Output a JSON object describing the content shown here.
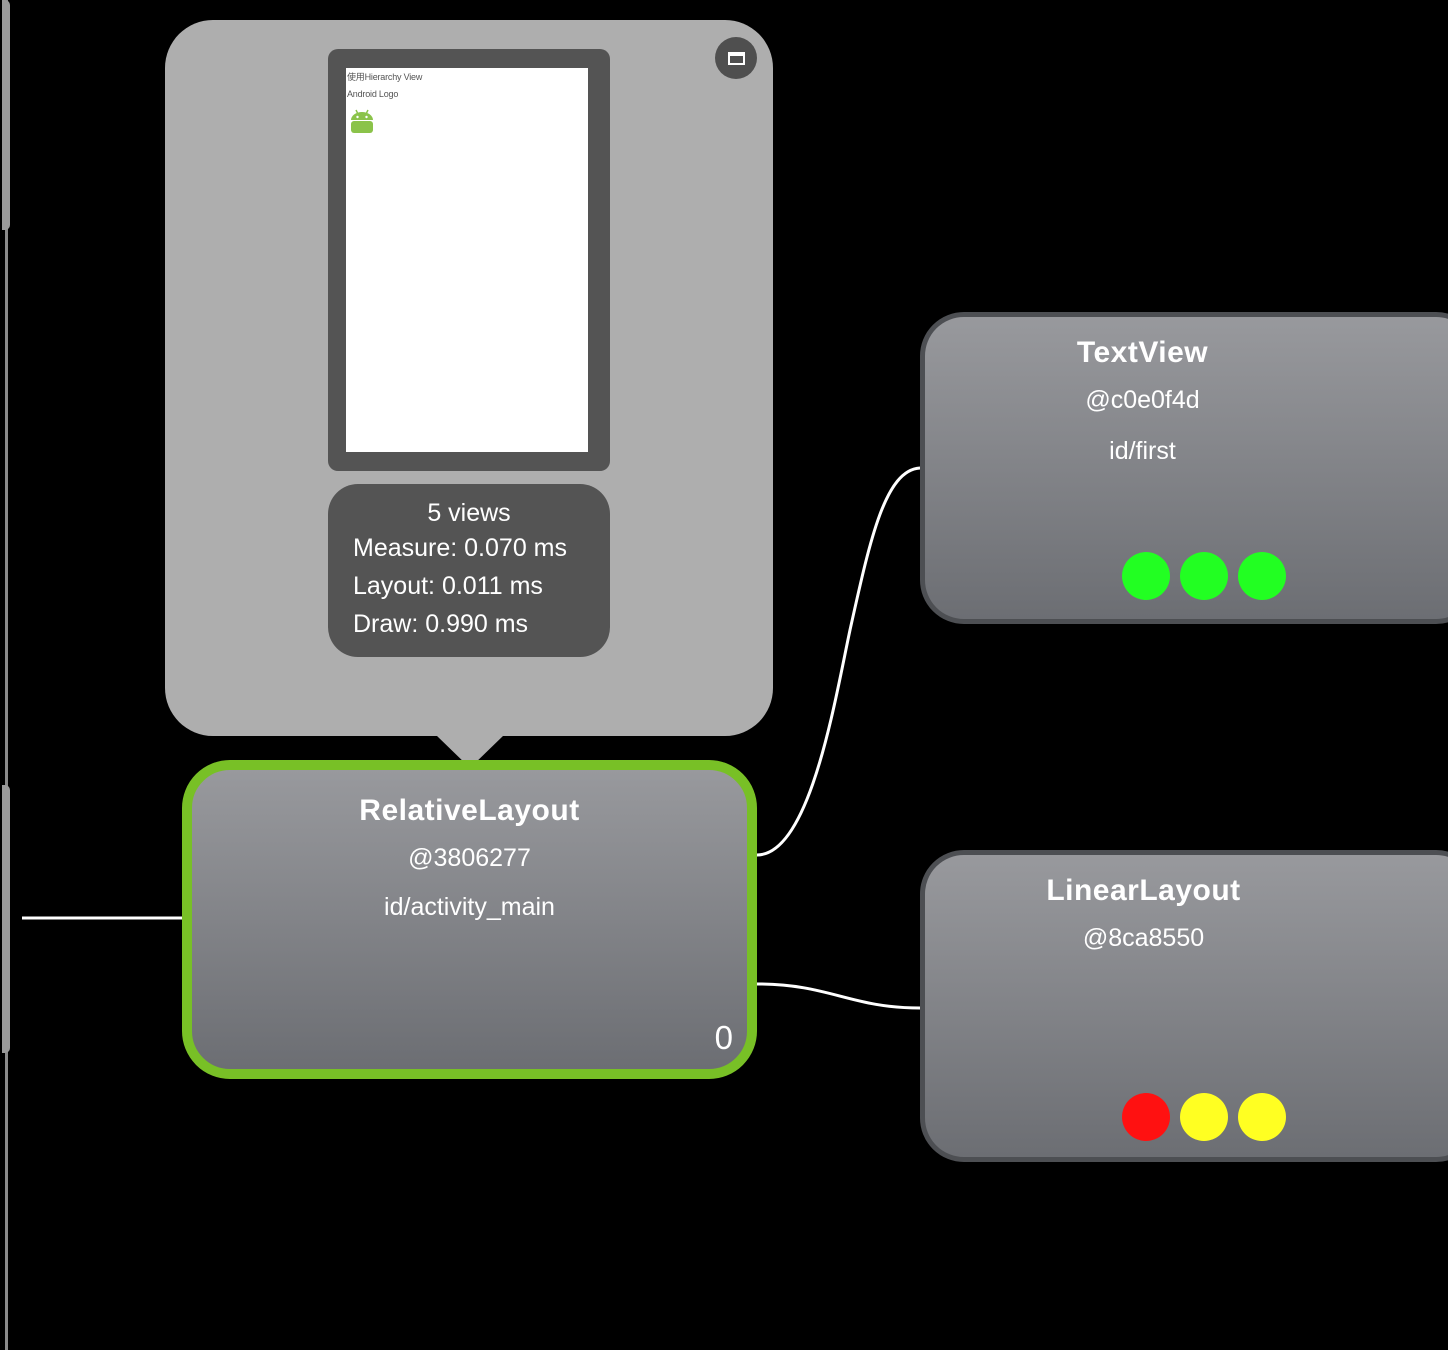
{
  "colors": {
    "background": "#000000",
    "popup_bg": "#aeaeae",
    "panel_dark": "#545454",
    "selected_border": "#78c026",
    "connector": "#ffffff",
    "indicator_green": "#22ff22",
    "indicator_yellow": "#ffff22",
    "indicator_red": "#ff1111"
  },
  "popup": {
    "maximize_icon": "maximize-icon",
    "preview": {
      "lines": [
        "使用Hierarchy View",
        "Android Logo"
      ],
      "image": "android-logo"
    },
    "stats": {
      "views": "5 views",
      "measure": "Measure: 0.070 ms",
      "layout": "Layout: 0.011 ms",
      "draw": "Draw: 0.990 ms"
    }
  },
  "nodes": {
    "relative_layout": {
      "title": "RelativeLayout",
      "hash": "@3806277",
      "id": "id/activity_main",
      "index": "0",
      "selected": true
    },
    "text_view": {
      "title": "TextView",
      "hash": "@c0e0f4d",
      "id": "id/first",
      "indicators": [
        "green",
        "green",
        "green"
      ]
    },
    "linear_layout": {
      "title": "LinearLayout",
      "hash": "@8ca8550",
      "indicators": [
        "red",
        "yellow",
        "yellow"
      ]
    }
  }
}
